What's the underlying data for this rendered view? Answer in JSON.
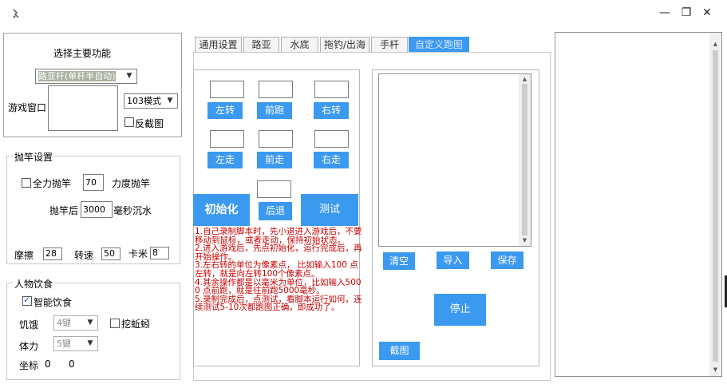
{
  "window": {
    "minimize": "—",
    "maximize": "❐",
    "close": "✕"
  },
  "main_function": {
    "title": "选择主要功能",
    "mode_select": "路亚杆(单杆半自动)",
    "game_window_label": "游戏窗口",
    "mode2_select": "103模式",
    "reverse_capture_label": "反截图"
  },
  "cast": {
    "group_title": "抛竿设置",
    "full_power_label": "全力抛竿",
    "power_value": "70",
    "power_label": "力度抛竿",
    "after_cast_label": "抛竿后",
    "sink_ms_value": "3000",
    "sink_label": "毫秒沉水",
    "friction_label": "摩擦",
    "friction_value": "28",
    "speed_label": "转速",
    "speed_value": "50",
    "kami_label": "卡米",
    "kami_value": "8"
  },
  "food": {
    "group_title": "人物饮食",
    "smart_food_label": "智能饮食",
    "hunger_label": "饥饿",
    "hunger_key": "4键",
    "dig_worm_label": "挖蚯蚓",
    "stamina_label": "体力",
    "stamina_key": "5键",
    "coord_label": "坐标",
    "coord_x": "0",
    "coord_y": "0"
  },
  "tabs": [
    "通用设置",
    "路亚",
    "水底",
    "拖钓/出海",
    "手杆",
    "自定义跑图"
  ],
  "route": {
    "turn_left": "左转",
    "run_forward": "前跑",
    "turn_right": "右转",
    "walk_left": "左走",
    "walk_forward": "前走",
    "walk_right": "右走",
    "init": "初始化",
    "back": "后退",
    "test": "测试",
    "notes": "1.自己录制脚本时，先小退进入游戏后，不要移动到鼠标，或者走动，保持初始状态。\n2.进入游戏后，先点初始化，运行完成后，再开始操作。\n3.左右转的单位为像素点， 比如输入100 点左转，就是向左转100个像素点。\n4.其余操作都是以毫米为单位，比如输入5000 点前跑，就是往前跑5000毫秒。\n5.录制完成后，点测试，看脚本运行如何，连续测试5-10次都跑图正确，即成功了。",
    "clear": "清空",
    "import": "导入",
    "save": "保存",
    "stop": "停止",
    "capture": "截图"
  }
}
